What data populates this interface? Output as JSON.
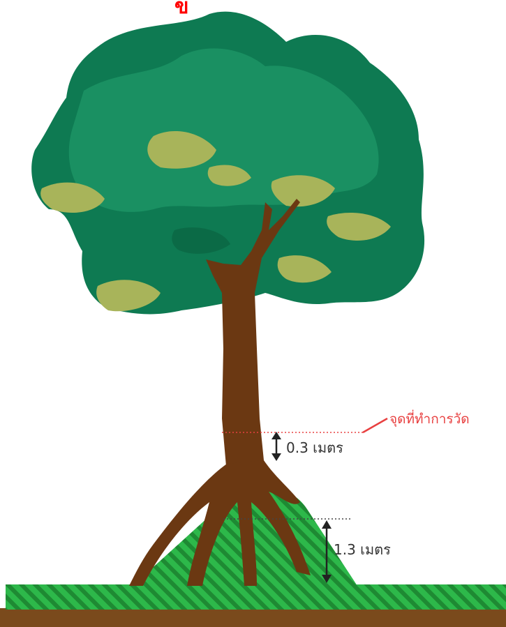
{
  "top_mark": "ข",
  "measure_point_label": "จุดที่ทำการวัด",
  "distance_upper": "0.3 เมตร",
  "distance_lower": "1.3 เมตร",
  "colors": {
    "canopy_dark": "#0e7a52",
    "canopy_mid": "#1a9062",
    "canopy_light": "#a8b45a",
    "trunk": "#6b3812",
    "grass": "#2db84a",
    "grass_stripe": "#1e8a33",
    "soil": "#7a4a1c",
    "label_red": "#e84040",
    "arrow": "#222222"
  }
}
